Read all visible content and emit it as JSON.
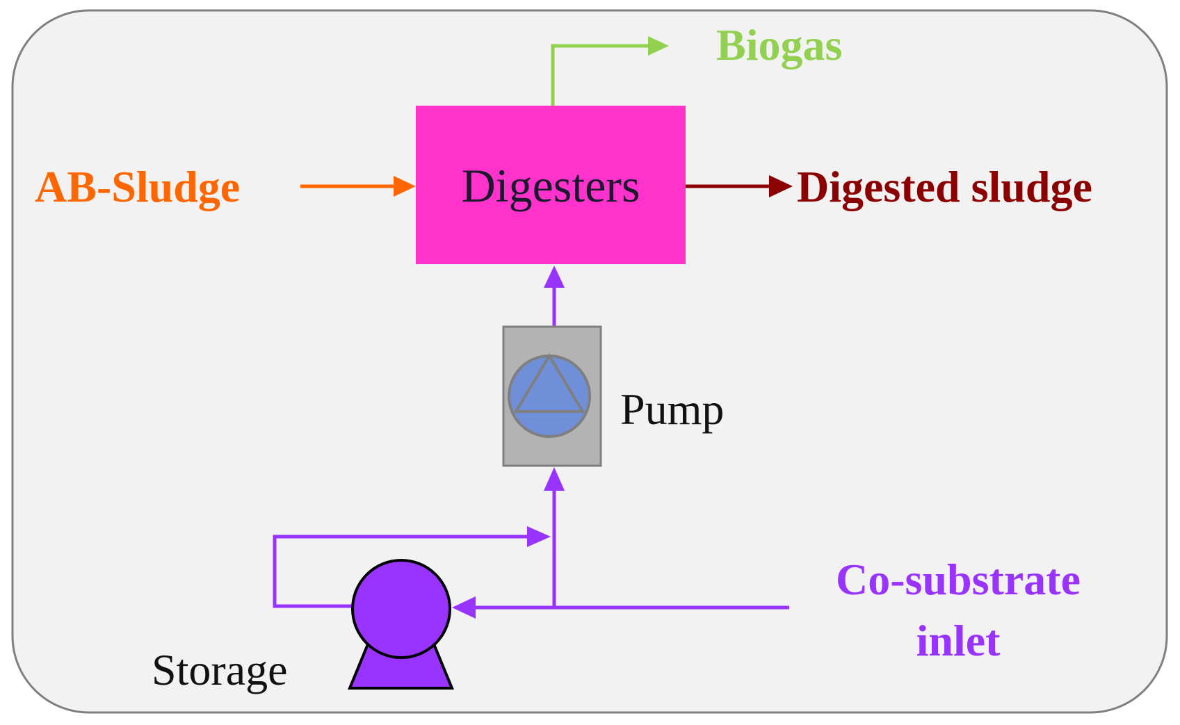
{
  "labels": {
    "biogas": "Biogas",
    "ab_sludge": "AB-Sludge",
    "digesters": "Digesters",
    "digested_sludge": "Digested sludge",
    "pump": "Pump",
    "co_substrate_line1": "Co-substrate",
    "co_substrate_line2": "inlet",
    "storage": "Storage"
  },
  "colors": {
    "panel_bg": "#f2f2f2",
    "panel_border": "#7f7f7f",
    "biogas": "#92d050",
    "ab_sludge": "#ff6600",
    "digesters_fill": "#ff33cc",
    "digested_sludge": "#8b0000",
    "co_substrate": "#9933ff",
    "pump_box": "#b3b3b3",
    "pump_circle": "#6f8fd8"
  }
}
